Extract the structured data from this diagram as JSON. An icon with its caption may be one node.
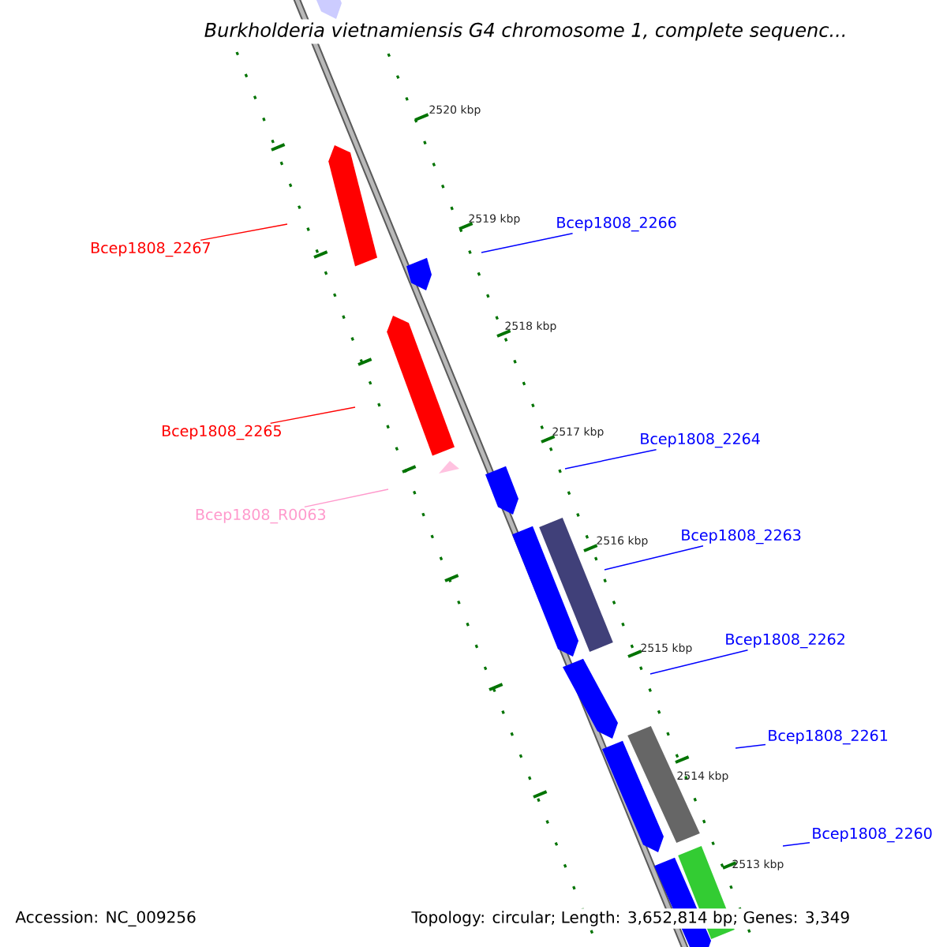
{
  "diagram": {
    "title": "*Burkholderia vietnamiensis* G4 chromosome 1, complete sequenc...",
    "nodes": [
      {
        "text": [
          "Bcep1808_2266"
        ]
      },
      {
        "text": [
          "Bcep1808_2267"
        ]
      },
      {
        "text": [
          "Bcep1808_2265"
        ]
      },
      {
        "text": [
          "Bcep1808_R0063"
        ]
      },
      {
        "text": [
          "Bcep1808_2264"
        ]
      },
      {
        "text": [
          "Bcep1808_2263"
        ]
      },
      {
        "text": [
          "Bcep1808_2262"
        ]
      },
      {
        "text": [
          "Bcep1808_2261"
        ]
      },
      {
        "text": [
          "Bcep1808_2260"
        ]
      }
    ],
    "edges": [
      {
        "from": 0,
        "to": null,
        "arrow": "none"
      },
      {
        "from": 1,
        "to": null,
        "arrow": "none",
        "color": "#ff0000"
      },
      {
        "from": 2,
        "to": null,
        "arrow": "none",
        "color": "#ff0000"
      },
      {
        "from": 3,
        "to": null,
        "arrow": "none",
        "color": "#ff99cc"
      },
      {
        "from": 4,
        "to": null,
        "arrow": "none"
      },
      {
        "from": 5,
        "to": null,
        "arrow": "none"
      },
      {
        "from": 6,
        "to": null,
        "arrow": "none"
      },
      {
        "from": 7,
        "to": null,
        "arrow": "none"
      },
      {
        "from": 8,
        "to": null,
        "arrow": "none"
      }
    ],
    "labels": [
      "2520 kbp",
      "2519 kbp",
      "2518 kbp",
      "2517 kbp",
      "2516 kbp",
      "2515 kbp",
      "2514 kbp",
      "2513 kbp",
      "Accession: NC_009256",
      "Topology: circular; Length: 3,652,814 bp; Genes: 3,349"
    ]
  }
}
